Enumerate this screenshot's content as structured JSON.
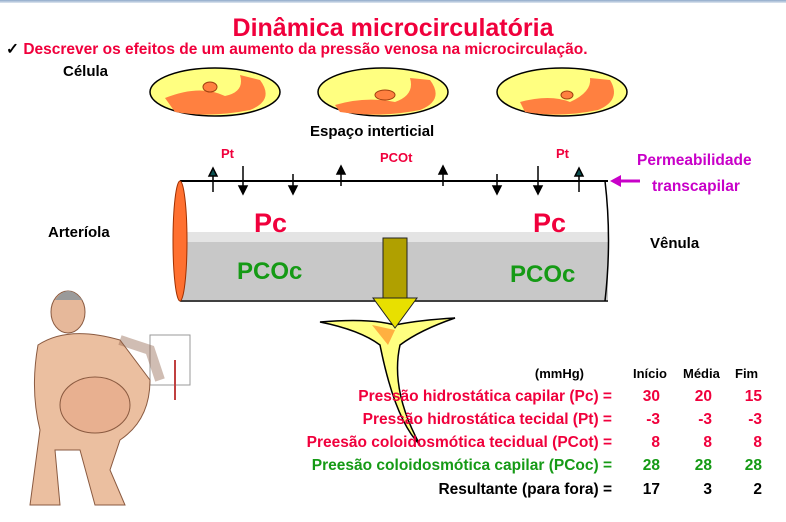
{
  "title": "Dinâmica microcirculatória",
  "subtitle": {
    "check_icon": "✓",
    "text": "Descrever os efeitos de um aumento da pressão venosa na microcirculação."
  },
  "diagram": {
    "cell_label": "Célula",
    "interstitial_label": "Espaço interticial",
    "pt_label": "Pt",
    "pcot_label": "PCOt",
    "pc_label": "Pc",
    "pcoc_label": "PCOc",
    "arteriole_label": "Arteríola",
    "venule_label": "Vênula",
    "permeability_label_1": "Permeabilidade",
    "permeability_label_2": "transcapilar"
  },
  "table": {
    "unit": "(mmHg)",
    "columns": [
      "Início",
      "Média",
      "Fim"
    ],
    "rows": [
      {
        "label": "Pressão hidrostática  capilar (Pc) =",
        "values": [
          "30",
          "20",
          "15"
        ],
        "color": "#f0003c"
      },
      {
        "label": "Pressão hidrostática tecidal (Pt) =",
        "values": [
          "-3",
          "-3",
          "-3"
        ],
        "color": "#f0003c"
      },
      {
        "label": "Preesão coloidosmótica tecidual (PCot) =",
        "values": [
          "8",
          "8",
          "8"
        ],
        "color": "#f0003c"
      },
      {
        "label": "Preesão coloidosmótica capilar (PCoc) =",
        "values": [
          "28",
          "28",
          "28"
        ],
        "color": "#159a15"
      },
      {
        "label": "Resultante (para fora) =",
        "values": [
          "17",
          "3",
          "2"
        ],
        "color": "#000000"
      }
    ]
  }
}
